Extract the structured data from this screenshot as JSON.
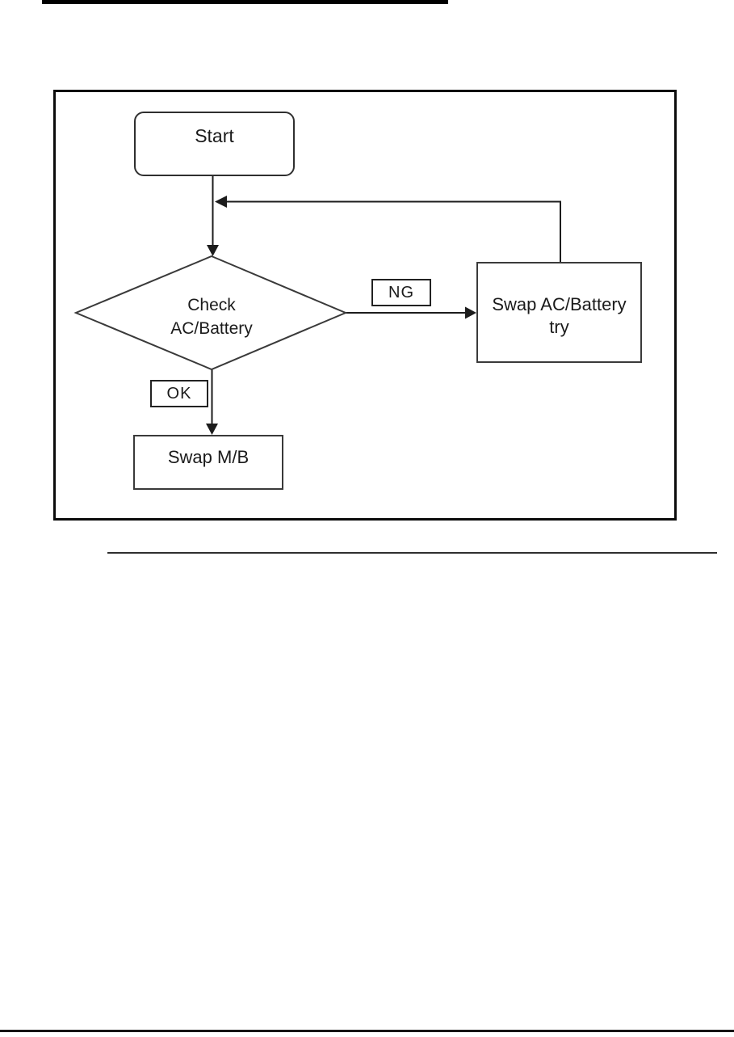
{
  "flowchart": {
    "start": {
      "label": "Start"
    },
    "decision": {
      "label": "Check\nAC/Battery"
    },
    "ng_label": "NG",
    "ok_label": "OK",
    "swap_ac": {
      "label": "Swap AC/Battery\ntry"
    },
    "swap_mb": {
      "label": "Swap M/B"
    }
  },
  "colors": {
    "ink": "#1c1c1c",
    "node_border": "#3a3a3a",
    "panel_border": "#0b0b0b",
    "paper": "#ffffff"
  }
}
